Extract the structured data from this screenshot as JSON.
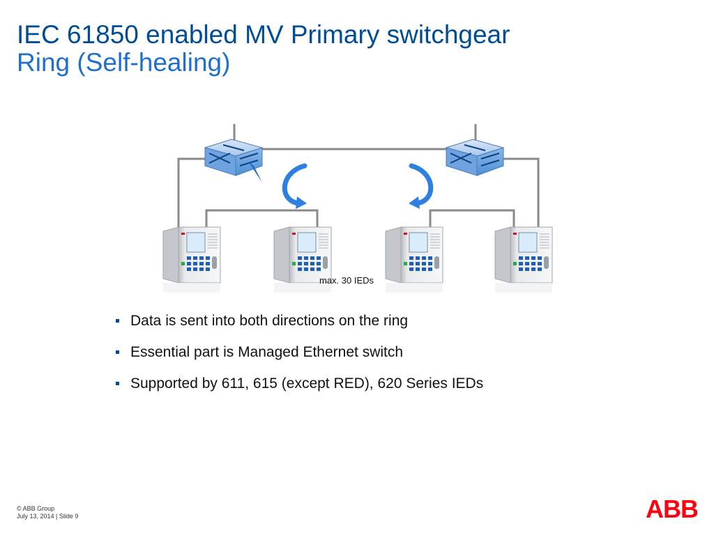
{
  "title": {
    "line1": "IEC 61850 enabled MV Primary switchgear",
    "line2": "Ring (Self-healing)"
  },
  "diagram": {
    "caption": "max. 30 IEDs",
    "switch_count": 2,
    "ied_count": 4
  },
  "bullets": [
    "Data is sent into both directions on the ring",
    "Essential part is Managed Ethernet switch",
    "Supported by 611, 615 (except RED), 620 Series IEDs"
  ],
  "footer": {
    "copyright": "© ABB Group",
    "date_slide": "July 13, 2014 | Slide 9"
  },
  "logo": {
    "text": "ABB",
    "color": "#ff000f"
  },
  "colors": {
    "title_dark": "#004c97",
    "title_light": "#1f6fd1",
    "bullet_mark": "#004c97",
    "switch_blue": "#7fb2e8",
    "arrow_blue": "#2d7fe0",
    "ring_line": "#8a8a8a"
  }
}
